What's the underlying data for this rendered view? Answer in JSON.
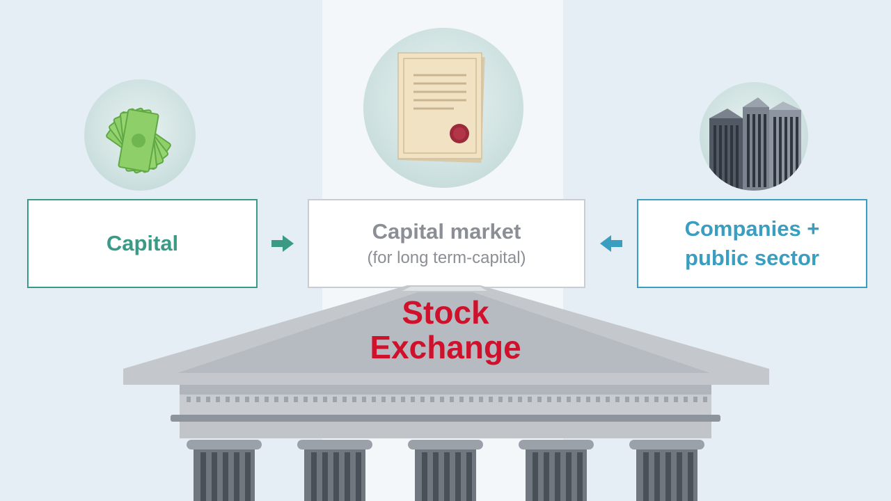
{
  "nodes": {
    "capital": {
      "label": "Capital",
      "icon": "money-icon"
    },
    "market": {
      "title": "Capital market",
      "subtitle": "(for long term-capital)",
      "icon": "certificate-icon"
    },
    "companies": {
      "line1": "Companies +",
      "line2": "public sector",
      "icon": "office-buildings-icon"
    }
  },
  "exchange": {
    "line1": "Stock",
    "line2": "Exchange",
    "icon": "stock-exchange-building"
  },
  "colors": {
    "capital": "#3b9a86",
    "companies": "#3a9ec0",
    "market_text": "#8b8f95",
    "exchange_text": "#d0112b",
    "background": "#e4eef4"
  }
}
